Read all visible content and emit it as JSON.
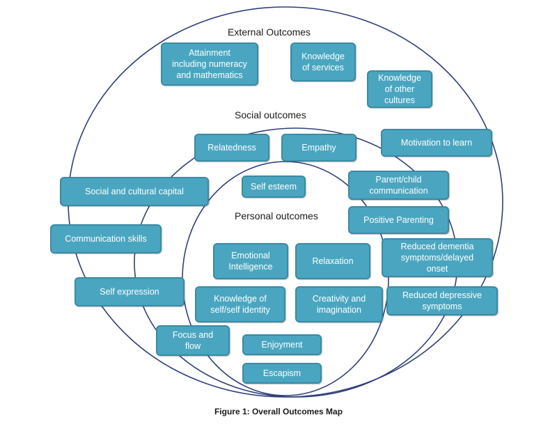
{
  "circles": {
    "external": {
      "label": "External Outcomes"
    },
    "social": {
      "label": "Social outcomes"
    },
    "personal": {
      "label": "Personal outcomes"
    }
  },
  "boxes": {
    "attainment": "Attainment\nincluding numeracy\nand mathematics",
    "knowledge_services": "Knowledge\nof services",
    "knowledge_cultures": "Knowledge\nof other\ncultures",
    "motivation": "Motivation to learn",
    "relatedness": "Relatedness",
    "empathy": "Empathy",
    "social_capital": "Social and cultural capital",
    "self_esteem": "Self esteem",
    "parent_child": "Parent/child\ncommunication",
    "positive_parenting": "Positive Parenting",
    "communication": "Communication skills",
    "emotional_intelligence": "Emotional\nIntelligence",
    "relaxation": "Relaxation",
    "dementia": "Reduced dementia\nsymptoms/delayed\nonset",
    "self_expression": "Self expression",
    "self_identity": "Knowledge of\nself/self identity",
    "creativity": "Creativity and\nimagination",
    "depressive": "Reduced depressive\nsymptoms",
    "focus_flow": "Focus and\nflow",
    "enjoyment": "Enjoyment",
    "escapism": "Escapism"
  },
  "caption": "Figure 1: Overall Outcomes Map",
  "colors": {
    "box_fill": "#4aa6c0",
    "box_border": "#3b8aa4",
    "circle_stroke": "#2f3f78"
  }
}
